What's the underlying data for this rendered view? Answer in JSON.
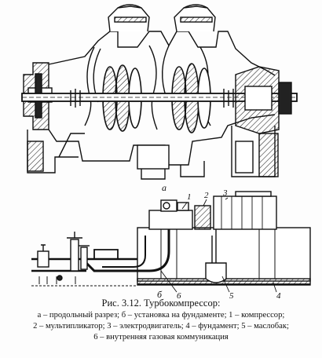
{
  "figure": {
    "label_a": "а",
    "label_b": "б",
    "callouts": [
      "1",
      "2",
      "3",
      "4",
      "5",
      "6"
    ]
  },
  "caption": {
    "title": "Рис. 3.12. Турбокомпрессор:",
    "line1": "а – продольный разрез; б – установка на фундаменте; 1 – компрессор;",
    "line2": "2 – мультипликатор; 3 – электродвигатель; 4 – фундамент; 5 – маслобак;",
    "line3": "6 – внутренняя газовая коммуникация"
  }
}
